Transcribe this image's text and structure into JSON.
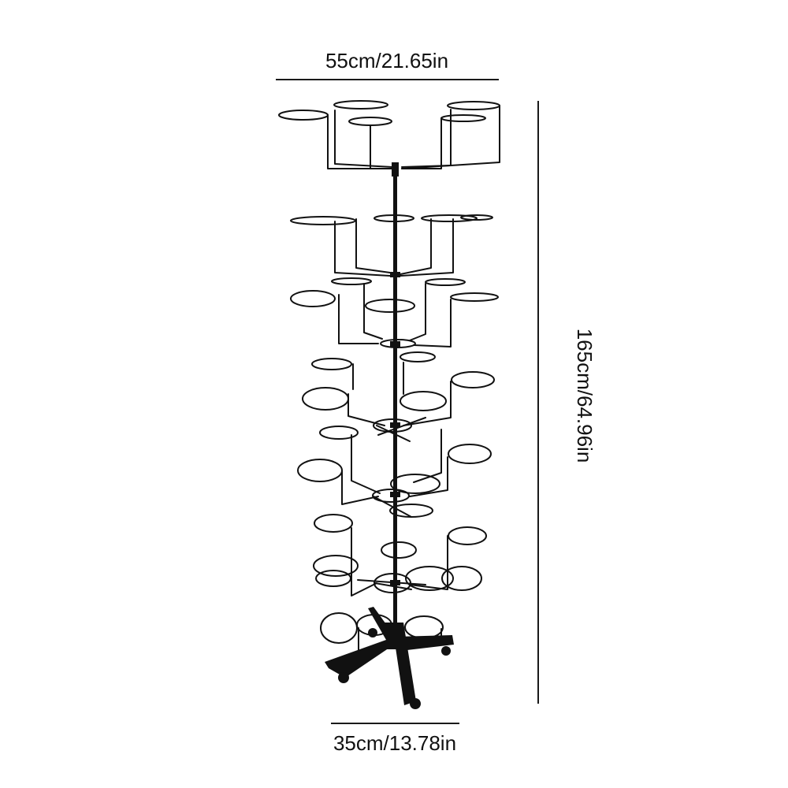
{
  "dimensions": {
    "width_top": "55cm/21.65in",
    "height": "165cm/64.96in",
    "width_base": "35cm/13.78in"
  },
  "image": {
    "subject": "rotating-metal-hat-rack-icon"
  },
  "colors": {
    "background": "#ffffff",
    "metal": "#111111",
    "text": "#111111"
  }
}
